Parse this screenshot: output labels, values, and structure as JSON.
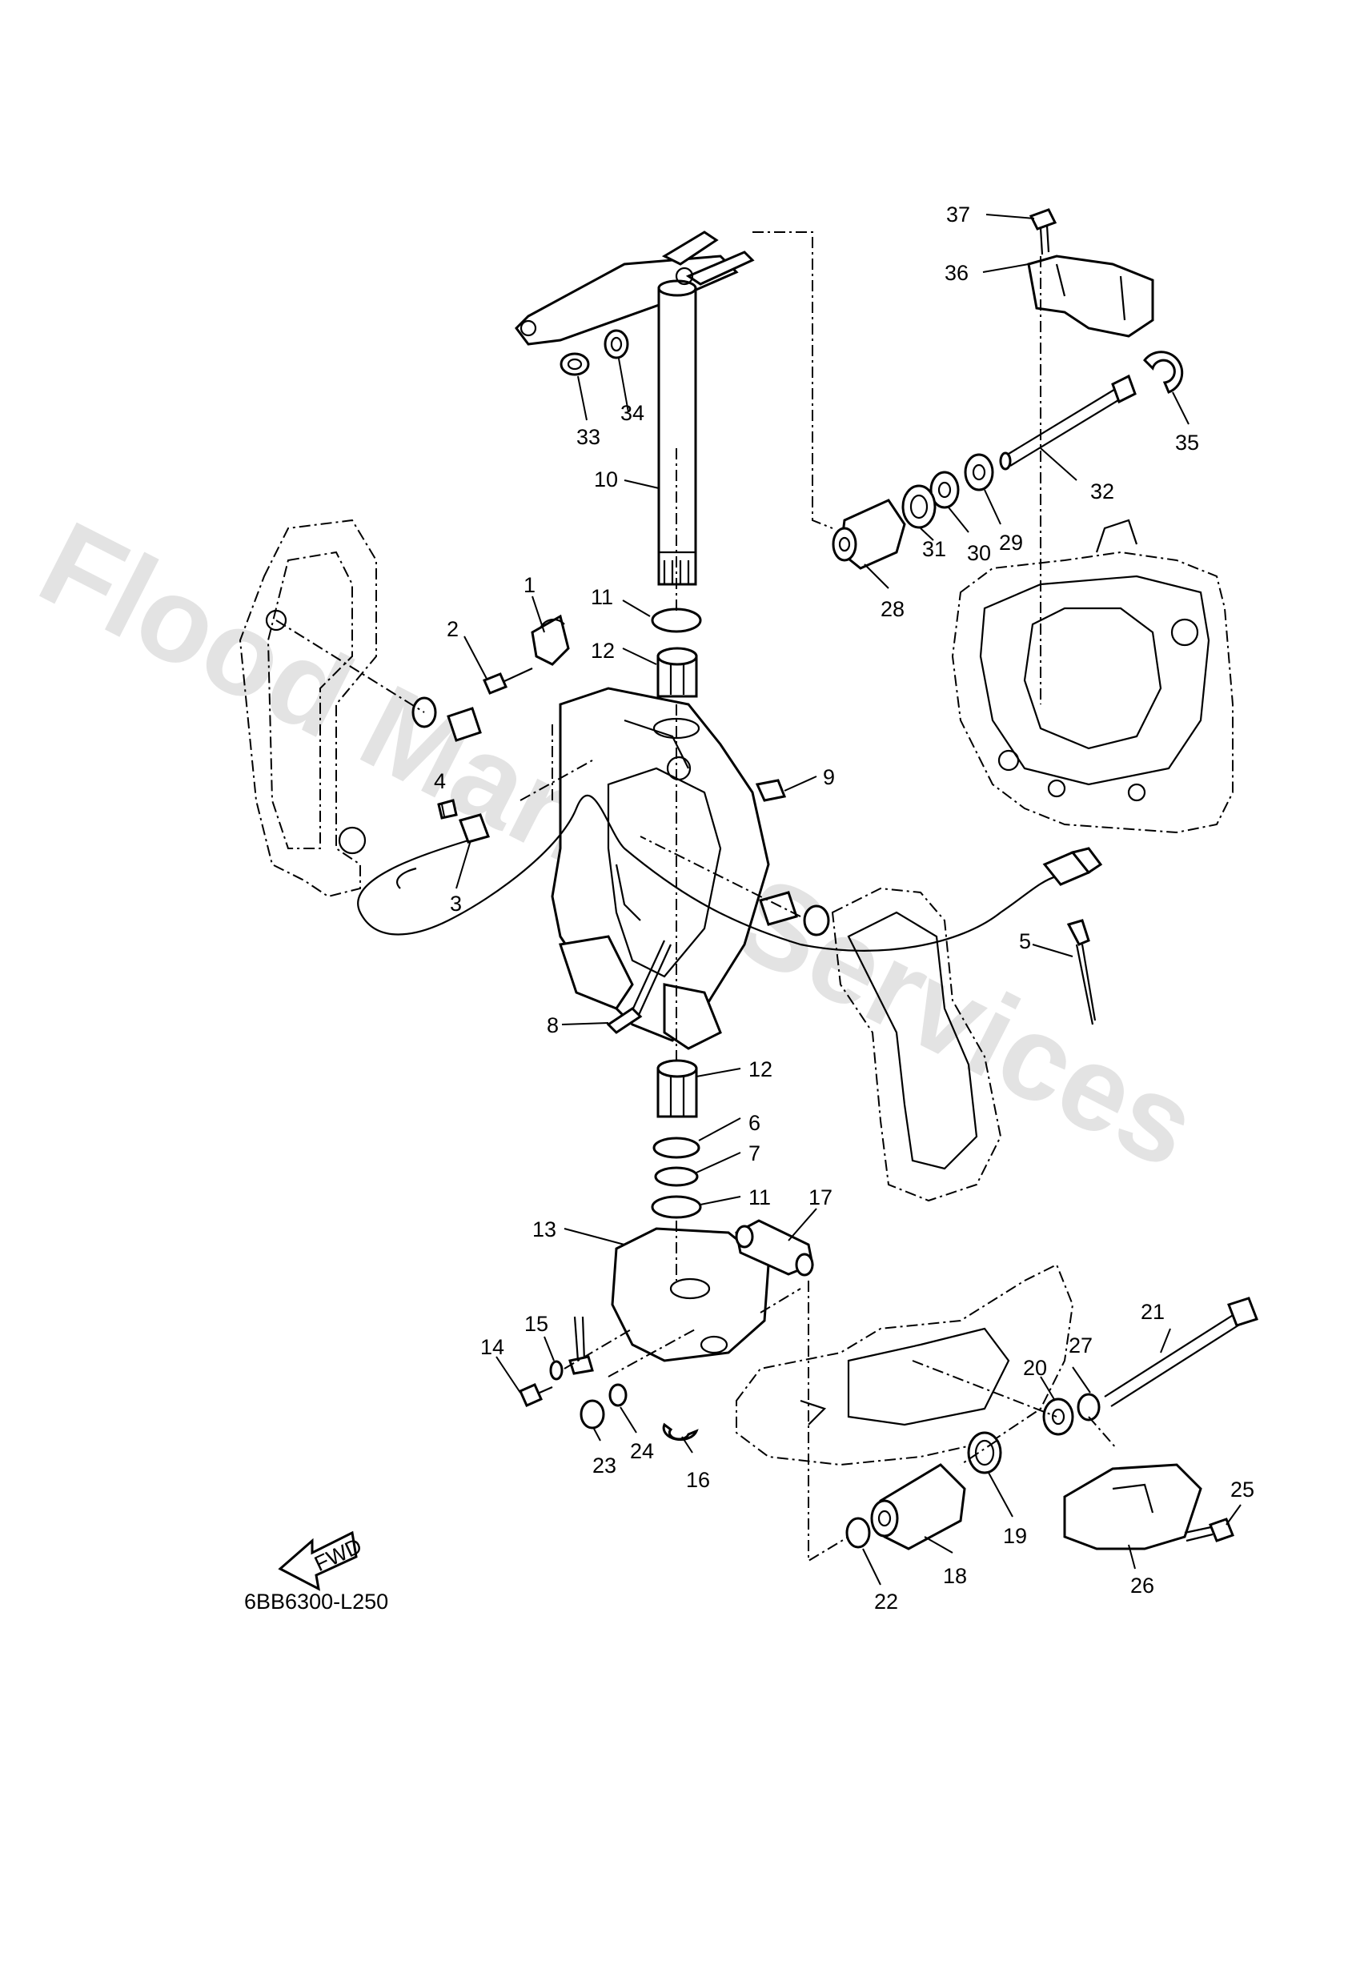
{
  "watermark": "Flood Marine Services",
  "diagram_code": "6BB6300-L250",
  "fwd_label": "FWD",
  "callouts": [
    {
      "id": "c37",
      "text": "37"
    },
    {
      "id": "c36",
      "text": "36"
    },
    {
      "id": "c35",
      "text": "35"
    },
    {
      "id": "c32",
      "text": "32"
    },
    {
      "id": "c29",
      "text": "29"
    },
    {
      "id": "c30",
      "text": "30"
    },
    {
      "id": "c31",
      "text": "31"
    },
    {
      "id": "c28",
      "text": "28"
    },
    {
      "id": "c33",
      "text": "33"
    },
    {
      "id": "c34",
      "text": "34"
    },
    {
      "id": "c10",
      "text": "10"
    },
    {
      "id": "c11a",
      "text": "11"
    },
    {
      "id": "c12a",
      "text": "12"
    },
    {
      "id": "c1",
      "text": "1"
    },
    {
      "id": "c2",
      "text": "2"
    },
    {
      "id": "c9",
      "text": "9"
    },
    {
      "id": "c4",
      "text": "4"
    },
    {
      "id": "c3",
      "text": "3"
    },
    {
      "id": "c5",
      "text": "5"
    },
    {
      "id": "c8",
      "text": "8"
    },
    {
      "id": "c12b",
      "text": "12"
    },
    {
      "id": "c6",
      "text": "6"
    },
    {
      "id": "c7",
      "text": "7"
    },
    {
      "id": "c11b",
      "text": "11"
    },
    {
      "id": "c17",
      "text": "17"
    },
    {
      "id": "c13",
      "text": "13"
    },
    {
      "id": "c21",
      "text": "21"
    },
    {
      "id": "c14",
      "text": "14"
    },
    {
      "id": "c15",
      "text": "15"
    },
    {
      "id": "c27",
      "text": "27"
    },
    {
      "id": "c20",
      "text": "20"
    },
    {
      "id": "c23",
      "text": "23"
    },
    {
      "id": "c24",
      "text": "24"
    },
    {
      "id": "c16",
      "text": "16"
    },
    {
      "id": "c25",
      "text": "25"
    },
    {
      "id": "c19",
      "text": "19"
    },
    {
      "id": "c18",
      "text": "18"
    },
    {
      "id": "c26",
      "text": "26"
    },
    {
      "id": "c22",
      "text": "22"
    }
  ]
}
